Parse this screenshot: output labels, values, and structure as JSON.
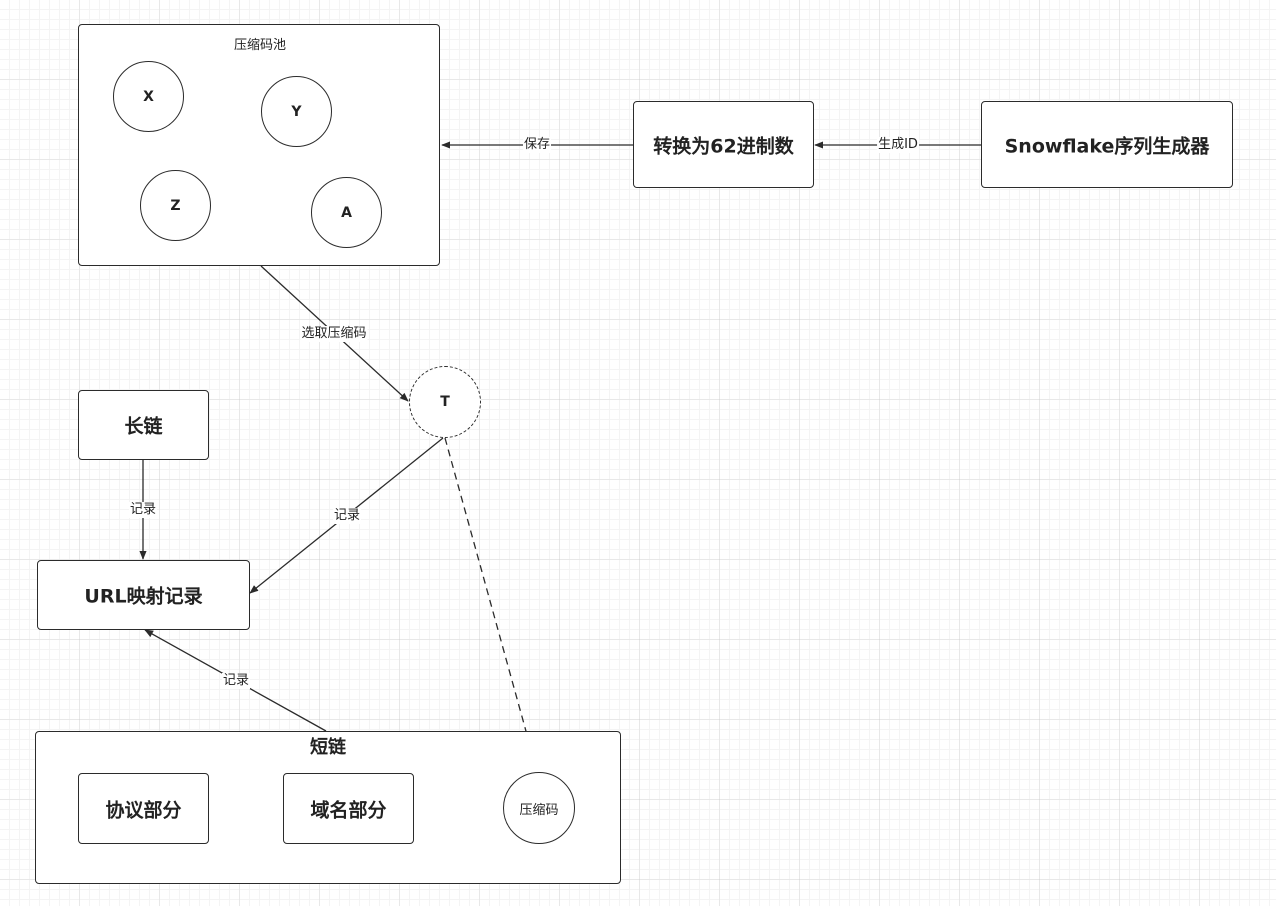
{
  "pool": {
    "title": "压缩码池",
    "codes": [
      "X",
      "Y",
      "Z",
      "A"
    ]
  },
  "converter": {
    "label": "转换为62进制数"
  },
  "snowflake": {
    "label": "Snowflake序列生成器"
  },
  "picked_code": {
    "label": "T"
  },
  "long_link": {
    "label": "长链"
  },
  "url_mapping": {
    "label": "URL映射记录"
  },
  "short_link": {
    "title": "短链",
    "protocol": "协议部分",
    "domain": "域名部分",
    "code": "压缩码"
  },
  "connectors": {
    "save": "保存",
    "generate_id": "生成ID",
    "pick_code": "选取压缩码",
    "record_long": "记录",
    "record_code": "记录",
    "record_short": "记录"
  }
}
